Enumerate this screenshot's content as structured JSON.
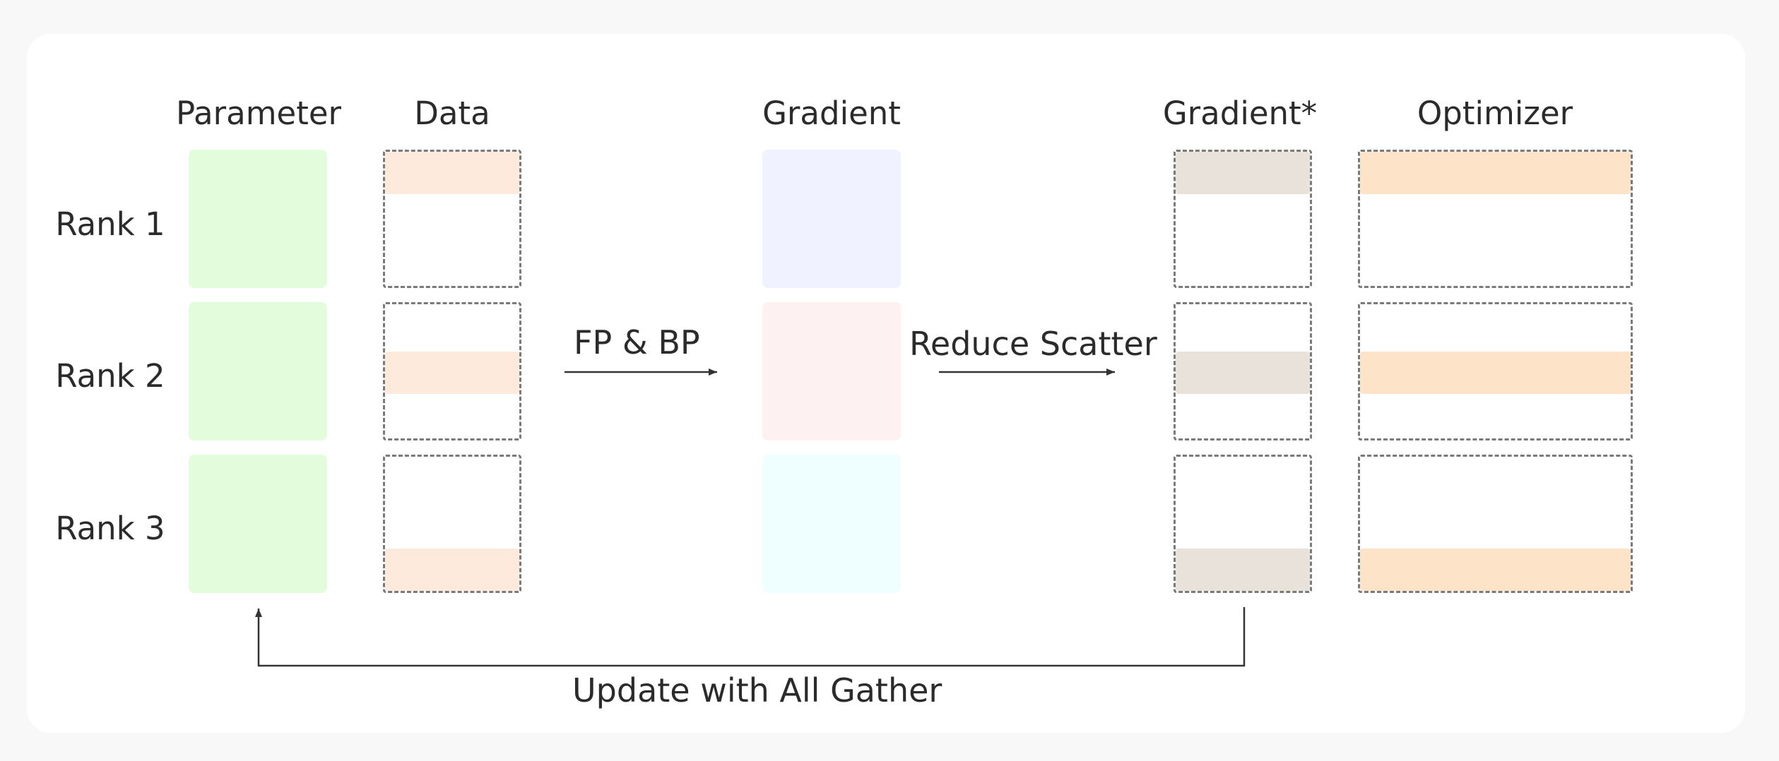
{
  "columns": {
    "parameter": "Parameter",
    "data": "Data",
    "gradient": "Gradient",
    "gradient_star": "Gradient*",
    "optimizer": "Optimizer"
  },
  "ranks": [
    "Rank 1",
    "Rank 2",
    "Rank 3"
  ],
  "arrows": {
    "fp_bp": "FP & BP",
    "reduce_scatter": "Reduce Scatter",
    "update": "Update with All Gather"
  },
  "colors": {
    "parameter": "#e3fddc",
    "data_stripe": "#fdeadc",
    "gradient_rank1": "#f0f3ff",
    "gradient_rank2": "#fdf1f1",
    "gradient_rank3": "#effefe",
    "gradient_star_stripe": "#e8e2da",
    "optimizer_stripe": "#fde3c8",
    "arrow": "#333333"
  }
}
